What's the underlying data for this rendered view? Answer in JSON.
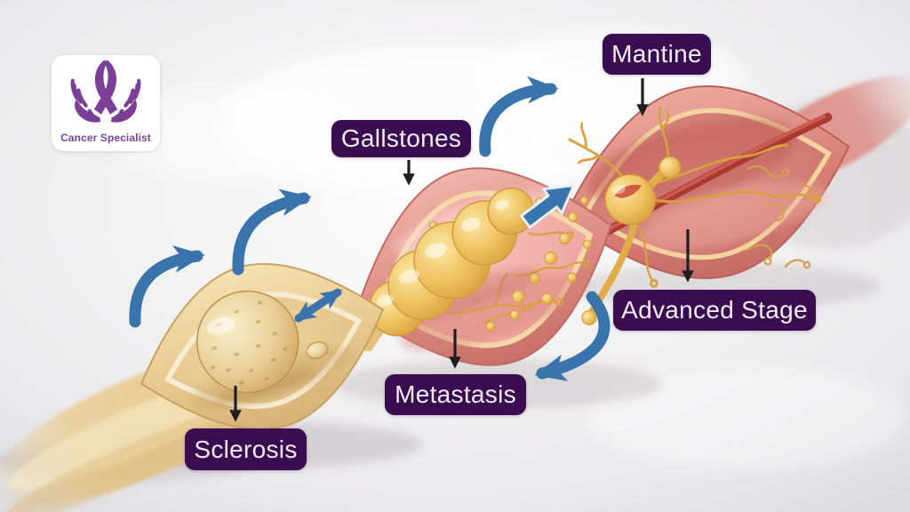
{
  "logo": {
    "brand": "Cancer Specialist",
    "icon": "awareness-ribbon-hands-icon",
    "card_bg": "#ffffff",
    "accent": "#7b3f98"
  },
  "labels": {
    "mantine": "Mantine",
    "gallstones": "Gallstones",
    "advanced_stage": "Advanced Stage",
    "metastasis": "Metastasis",
    "sclerosis": "Sclerosis"
  },
  "style": {
    "label_bg": "#3a0d50",
    "label_text": "#f4edf8",
    "flow_arrow_blue": "#3a74ad",
    "pointer_arrow_black": "#1f1f22",
    "duct_tan": "#e8cc92",
    "tissue_pink": "#d67f78",
    "stone_gold": "#eec05f",
    "background": "#efeef0"
  }
}
